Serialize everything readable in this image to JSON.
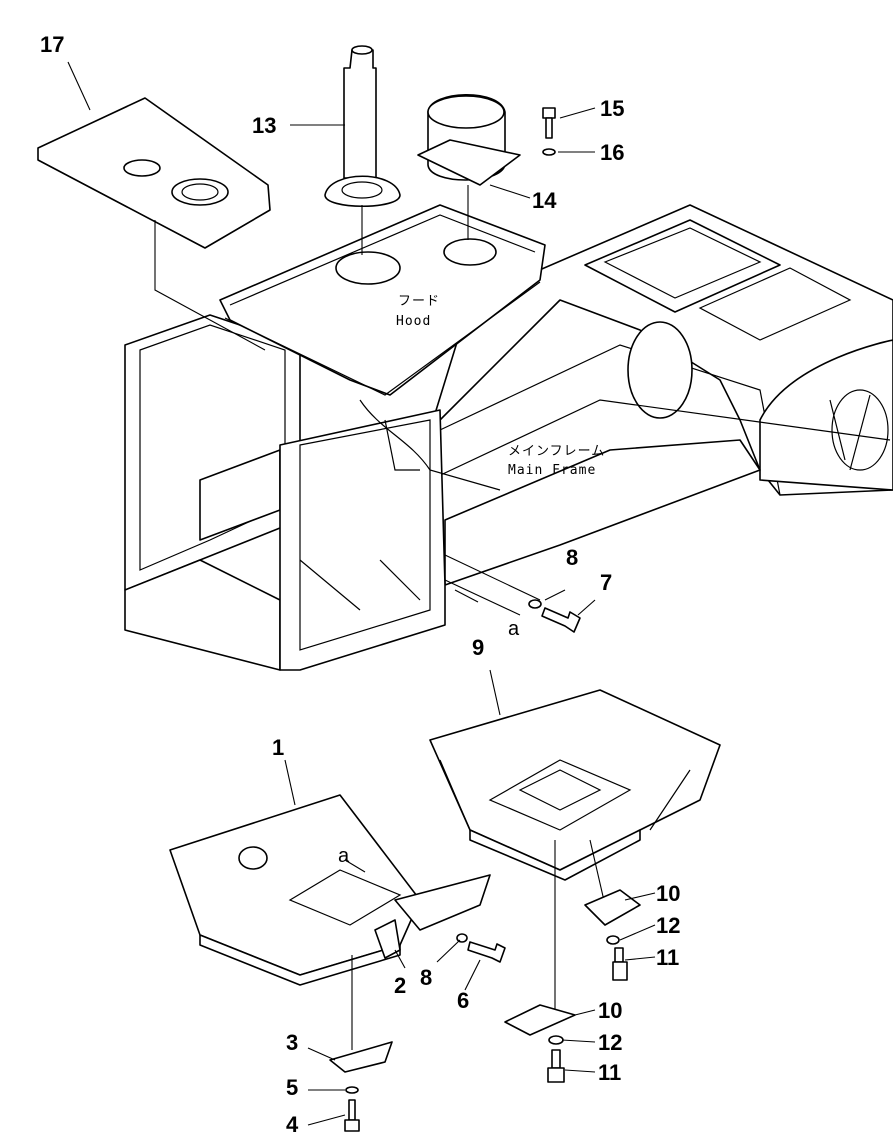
{
  "callouts": {
    "p1": "1",
    "p2": "2",
    "p3": "3",
    "p4": "4",
    "p5": "5",
    "p6": "6",
    "p7": "7",
    "p8a": "8",
    "p8b": "8",
    "p9": "9",
    "p10a": "10",
    "p10b": "10",
    "p11a": "11",
    "p11b": "11",
    "p12a": "12",
    "p12b": "12",
    "p13": "13",
    "p14": "14",
    "p15": "15",
    "p16": "16",
    "p17": "17"
  },
  "labels": {
    "hood_jp": "フード",
    "hood_en": "Hood",
    "frame_jp": "メインフレーム",
    "frame_en": "Main Frame",
    "ref_a1": "a",
    "ref_a2": "a"
  }
}
